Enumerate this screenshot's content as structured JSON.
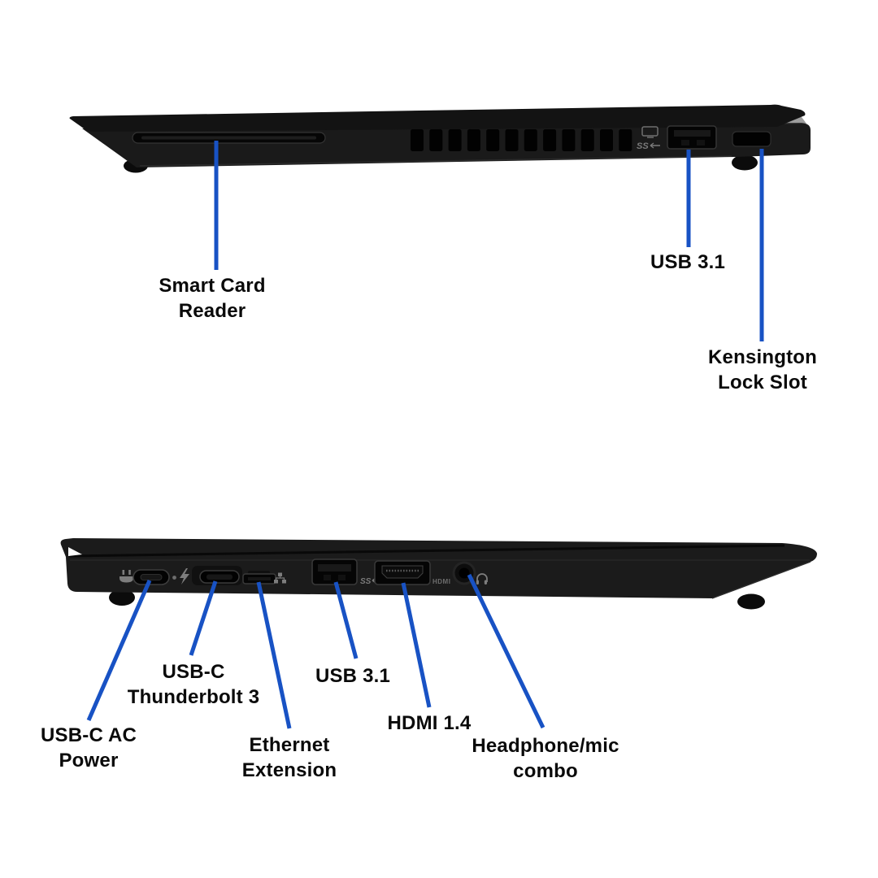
{
  "diagram": {
    "background": "#ffffff",
    "leader_color": "#1852c4",
    "label_color": "#0a0a0a",
    "top_view": {
      "labels": {
        "smart_card": "Smart Card\nReader",
        "usb31": "USB 3.1",
        "kensington": "Kensington\nLock Slot"
      }
    },
    "bottom_view": {
      "labels": {
        "usbc_ac": "USB-C AC\nPower",
        "thunderbolt": "USB-C\nThunderbolt 3",
        "ethernet": "Ethernet\nExtension",
        "usb31": "USB 3.1",
        "hdmi": "HDMI 1.4",
        "headphone": "Headphone/mic\ncombo"
      }
    },
    "port_glyphs": {
      "superspeed": "SS",
      "hdmi": "HDMI"
    }
  }
}
